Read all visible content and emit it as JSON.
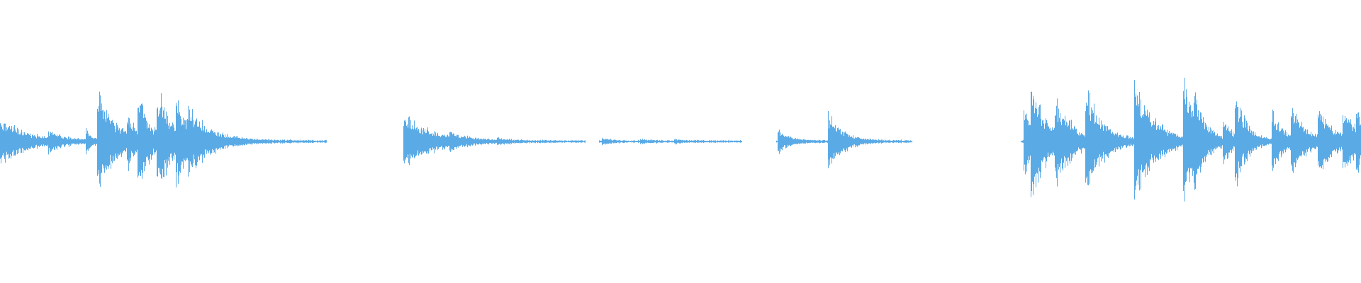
{
  "waveform": {
    "color": "#5aaae6",
    "background": "#ffffff",
    "segments": [
      {
        "start": 0.0,
        "end": 0.24,
        "peak": 0.5
      },
      {
        "start": 0.296,
        "end": 0.43,
        "peak": 0.3
      },
      {
        "start": 0.44,
        "end": 0.545,
        "peak": 0.04
      },
      {
        "start": 0.57,
        "end": 0.67,
        "peak": 0.3
      },
      {
        "start": 0.75,
        "end": 1.0,
        "peak": 0.6
      }
    ],
    "bursts": [
      {
        "t": 0.0,
        "amp": 0.22,
        "decay": 0.02
      },
      {
        "t": 0.035,
        "amp": 0.08,
        "decay": 0.01
      },
      {
        "t": 0.063,
        "amp": 0.1,
        "decay": 0.004
      },
      {
        "t": 0.071,
        "amp": 0.48,
        "decay": 0.014
      },
      {
        "t": 0.093,
        "amp": 0.2,
        "decay": 0.006
      },
      {
        "t": 0.101,
        "amp": 0.44,
        "decay": 0.008
      },
      {
        "t": 0.115,
        "amp": 0.45,
        "decay": 0.012
      },
      {
        "t": 0.129,
        "amp": 0.28,
        "decay": 0.01
      },
      {
        "t": 0.138,
        "amp": 0.18,
        "decay": 0.02
      },
      {
        "t": 0.296,
        "amp": 0.28,
        "decay": 0.02
      },
      {
        "t": 0.33,
        "amp": 0.06,
        "decay": 0.008
      },
      {
        "t": 0.365,
        "amp": 0.02,
        "decay": 0.01
      },
      {
        "t": 0.442,
        "amp": 0.03,
        "decay": 0.006
      },
      {
        "t": 0.47,
        "amp": 0.02,
        "decay": 0.006
      },
      {
        "t": 0.495,
        "amp": 0.02,
        "decay": 0.006
      },
      {
        "t": 0.571,
        "amp": 0.12,
        "decay": 0.008
      },
      {
        "t": 0.608,
        "amp": 0.3,
        "decay": 0.01
      },
      {
        "t": 0.752,
        "amp": 0.32,
        "decay": 0.01
      },
      {
        "t": 0.757,
        "amp": 0.42,
        "decay": 0.012
      },
      {
        "t": 0.775,
        "amp": 0.32,
        "decay": 0.014
      },
      {
        "t": 0.797,
        "amp": 0.5,
        "decay": 0.012
      },
      {
        "t": 0.833,
        "amp": 0.62,
        "decay": 0.014
      },
      {
        "t": 0.869,
        "amp": 0.58,
        "decay": 0.01
      },
      {
        "t": 0.877,
        "amp": 0.3,
        "decay": 0.006
      },
      {
        "t": 0.898,
        "amp": 0.24,
        "decay": 0.006
      },
      {
        "t": 0.907,
        "amp": 0.48,
        "decay": 0.008
      },
      {
        "t": 0.934,
        "amp": 0.3,
        "decay": 0.01
      },
      {
        "t": 0.948,
        "amp": 0.28,
        "decay": 0.012
      },
      {
        "t": 0.968,
        "amp": 0.28,
        "decay": 0.012
      },
      {
        "t": 0.986,
        "amp": 0.26,
        "decay": 0.012
      },
      {
        "t": 0.996,
        "amp": 0.2,
        "decay": 0.01
      }
    ]
  }
}
